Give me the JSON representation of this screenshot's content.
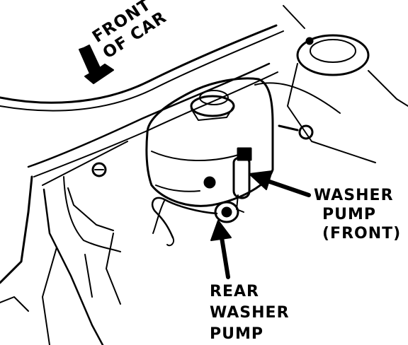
{
  "labels": {
    "front_of_car": [
      "FRONT",
      "OF CAR"
    ],
    "washer_pump_front": [
      "WASHER",
      "PUMP",
      "(FRONT)"
    ],
    "rear_washer_pump": [
      "REAR",
      "WASHER",
      "PUMP"
    ]
  },
  "colors": {
    "ink": "#000000",
    "paper": "#ffffff"
  }
}
